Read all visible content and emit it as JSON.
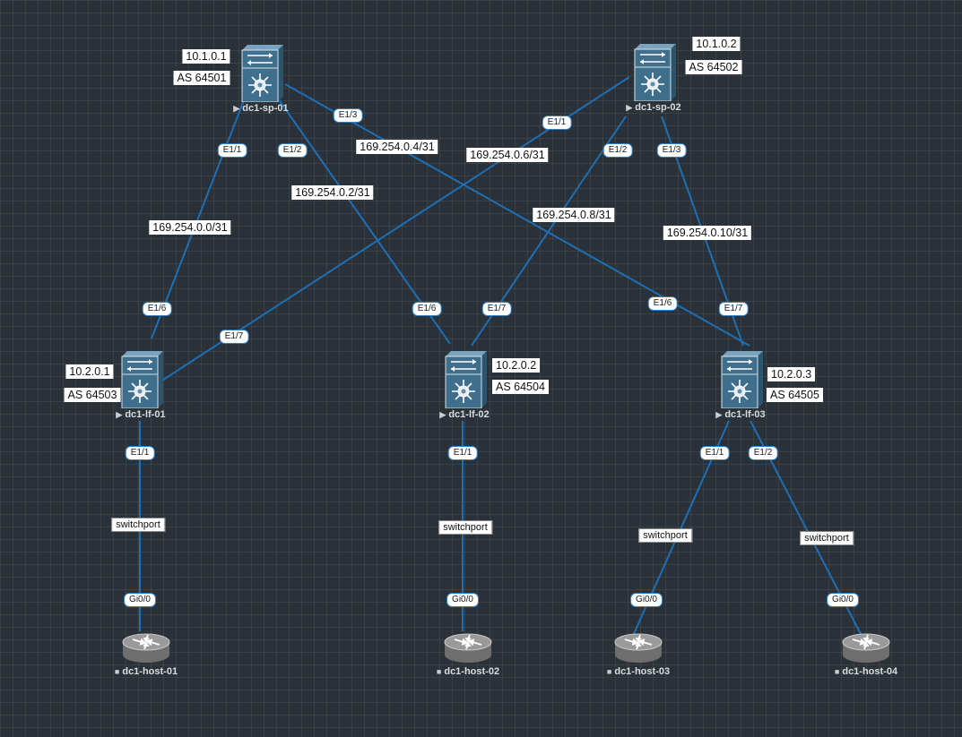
{
  "nodes": [
    {
      "id": "dc1-sp-01",
      "label": "dc1-sp-01",
      "kind": "switch",
      "status_icon": "play-icon",
      "ip": "10.1.0.1",
      "asn": "AS 64501"
    },
    {
      "id": "dc1-sp-02",
      "label": "dc1-sp-02",
      "kind": "switch",
      "status_icon": "play-icon",
      "ip": "10.1.0.2",
      "asn": "AS 64502"
    },
    {
      "id": "dc1-lf-01",
      "label": "dc1-lf-01",
      "kind": "switch",
      "status_icon": "play-icon",
      "ip": "10.2.0.1",
      "asn": "AS 64503"
    },
    {
      "id": "dc1-lf-02",
      "label": "dc1-lf-02",
      "kind": "switch",
      "status_icon": "play-icon",
      "ip": "10.2.0.2",
      "asn": "AS 64504"
    },
    {
      "id": "dc1-lf-03",
      "label": "dc1-lf-03",
      "kind": "switch",
      "status_icon": "play-icon",
      "ip": "10.2.0.3",
      "asn": "AS 64505"
    },
    {
      "id": "dc1-host-01",
      "label": "dc1-host-01",
      "kind": "router",
      "status_icon": "stop-icon"
    },
    {
      "id": "dc1-host-02",
      "label": "dc1-host-02",
      "kind": "router",
      "status_icon": "stop-icon"
    },
    {
      "id": "dc1-host-03",
      "label": "dc1-host-03",
      "kind": "router",
      "status_icon": "stop-icon"
    },
    {
      "id": "dc1-host-04",
      "label": "dc1-host-04",
      "kind": "router",
      "status_icon": "stop-icon"
    }
  ],
  "links": [
    {
      "from": "dc1-sp-01",
      "from_if": "E1/1",
      "to": "dc1-lf-01",
      "to_if": "E1/6",
      "subnet": "169.254.0.0/31"
    },
    {
      "from": "dc1-sp-01",
      "from_if": "E1/2",
      "to": "dc1-lf-02",
      "to_if": "E1/6",
      "subnet": "169.254.0.2/31"
    },
    {
      "from": "dc1-sp-01",
      "from_if": "E1/3",
      "to": "dc1-lf-03",
      "to_if": "E1/6",
      "subnet": "169.254.0.4/31"
    },
    {
      "from": "dc1-sp-02",
      "from_if": "E1/1",
      "to": "dc1-lf-01",
      "to_if": "E1/7",
      "subnet": "169.254.0.6/31"
    },
    {
      "from": "dc1-sp-02",
      "from_if": "E1/2",
      "to": "dc1-lf-02",
      "to_if": "E1/7",
      "subnet": "169.254.0.8/31"
    },
    {
      "from": "dc1-sp-02",
      "from_if": "E1/3",
      "to": "dc1-lf-03",
      "to_if": "E1/7",
      "subnet": "169.254.0.10/31"
    },
    {
      "from": "dc1-lf-01",
      "from_if": "E1/1",
      "to": "dc1-host-01",
      "to_if": "Gi0/0",
      "subnet": "switchport"
    },
    {
      "from": "dc1-lf-02",
      "from_if": "E1/1",
      "to": "dc1-host-02",
      "to_if": "Gi0/0",
      "subnet": "switchport"
    },
    {
      "from": "dc1-lf-03",
      "from_if": "E1/1",
      "to": "dc1-host-03",
      "to_if": "Gi0/0",
      "subnet": "switchport"
    },
    {
      "from": "dc1-lf-03",
      "from_if": "E1/2",
      "to": "dc1-host-04",
      "to_if": "Gi0/0",
      "subnet": "switchport"
    }
  ],
  "colors": {
    "background": "#2a3138",
    "link": "#1d6fb6",
    "interface_border": "#2f7fc4",
    "switch_body": "#3f6f8c",
    "router_body": "#9a9a9a"
  }
}
